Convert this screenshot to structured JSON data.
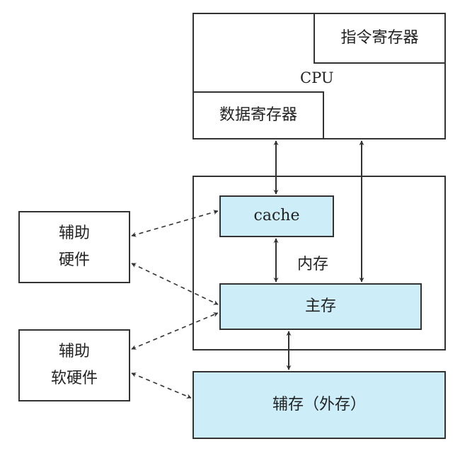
{
  "cpu": {
    "label": "CPU",
    "instruction_register": "指令寄存器",
    "data_register": "数据寄存器"
  },
  "memory": {
    "label": "内存",
    "cache": "cache",
    "main": "主存"
  },
  "auxiliary_storage": "辅存（外存）",
  "aux_hardware": {
    "line1": "辅助",
    "line2": "硬件"
  },
  "aux_soft_hardware": {
    "line1": "辅助",
    "line2": "软硬件"
  },
  "colors": {
    "fill": "#cdeef9",
    "stroke": "#333333"
  }
}
